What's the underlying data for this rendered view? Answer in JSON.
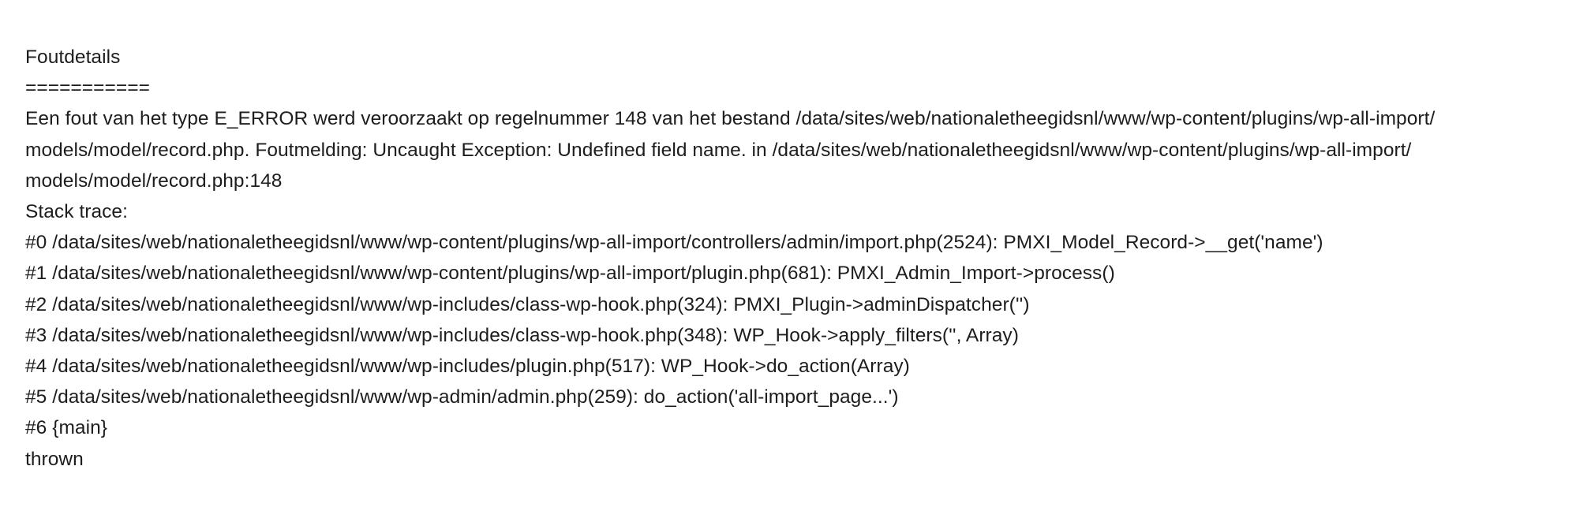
{
  "error": {
    "heading": "Foutdetails",
    "underline": "===========",
    "message_lines": [
      "Een fout van het type E_ERROR werd veroorzaakt op regelnummer 148 van het bestand /data/sites/web/nationaletheegidsnl/www/wp-content/plugins/wp-all-import/",
      "models/model/record.php. Foutmelding: Uncaught Exception: Undefined field name. in /data/sites/web/nationaletheegidsnl/www/wp-content/plugins/wp-all-import/",
      "models/model/record.php:148"
    ],
    "stack_trace_label": "Stack trace:",
    "stack_trace": [
      "#0 /data/sites/web/nationaletheegidsnl/www/wp-content/plugins/wp-all-import/controllers/admin/import.php(2524): PMXI_Model_Record->__get('name')",
      "#1 /data/sites/web/nationaletheegidsnl/www/wp-content/plugins/wp-all-import/plugin.php(681): PMXI_Admin_Import->process()",
      "#2 /data/sites/web/nationaletheegidsnl/www/wp-includes/class-wp-hook.php(324): PMXI_Plugin->adminDispatcher('')",
      "#3 /data/sites/web/nationaletheegidsnl/www/wp-includes/class-wp-hook.php(348): WP_Hook->apply_filters('', Array)",
      "#4 /data/sites/web/nationaletheegidsnl/www/wp-includes/plugin.php(517): WP_Hook->do_action(Array)",
      "#5 /data/sites/web/nationaletheegidsnl/www/wp-admin/admin.php(259): do_action('all-import_page...')",
      "#6 {main}"
    ],
    "footer": "thrown"
  }
}
